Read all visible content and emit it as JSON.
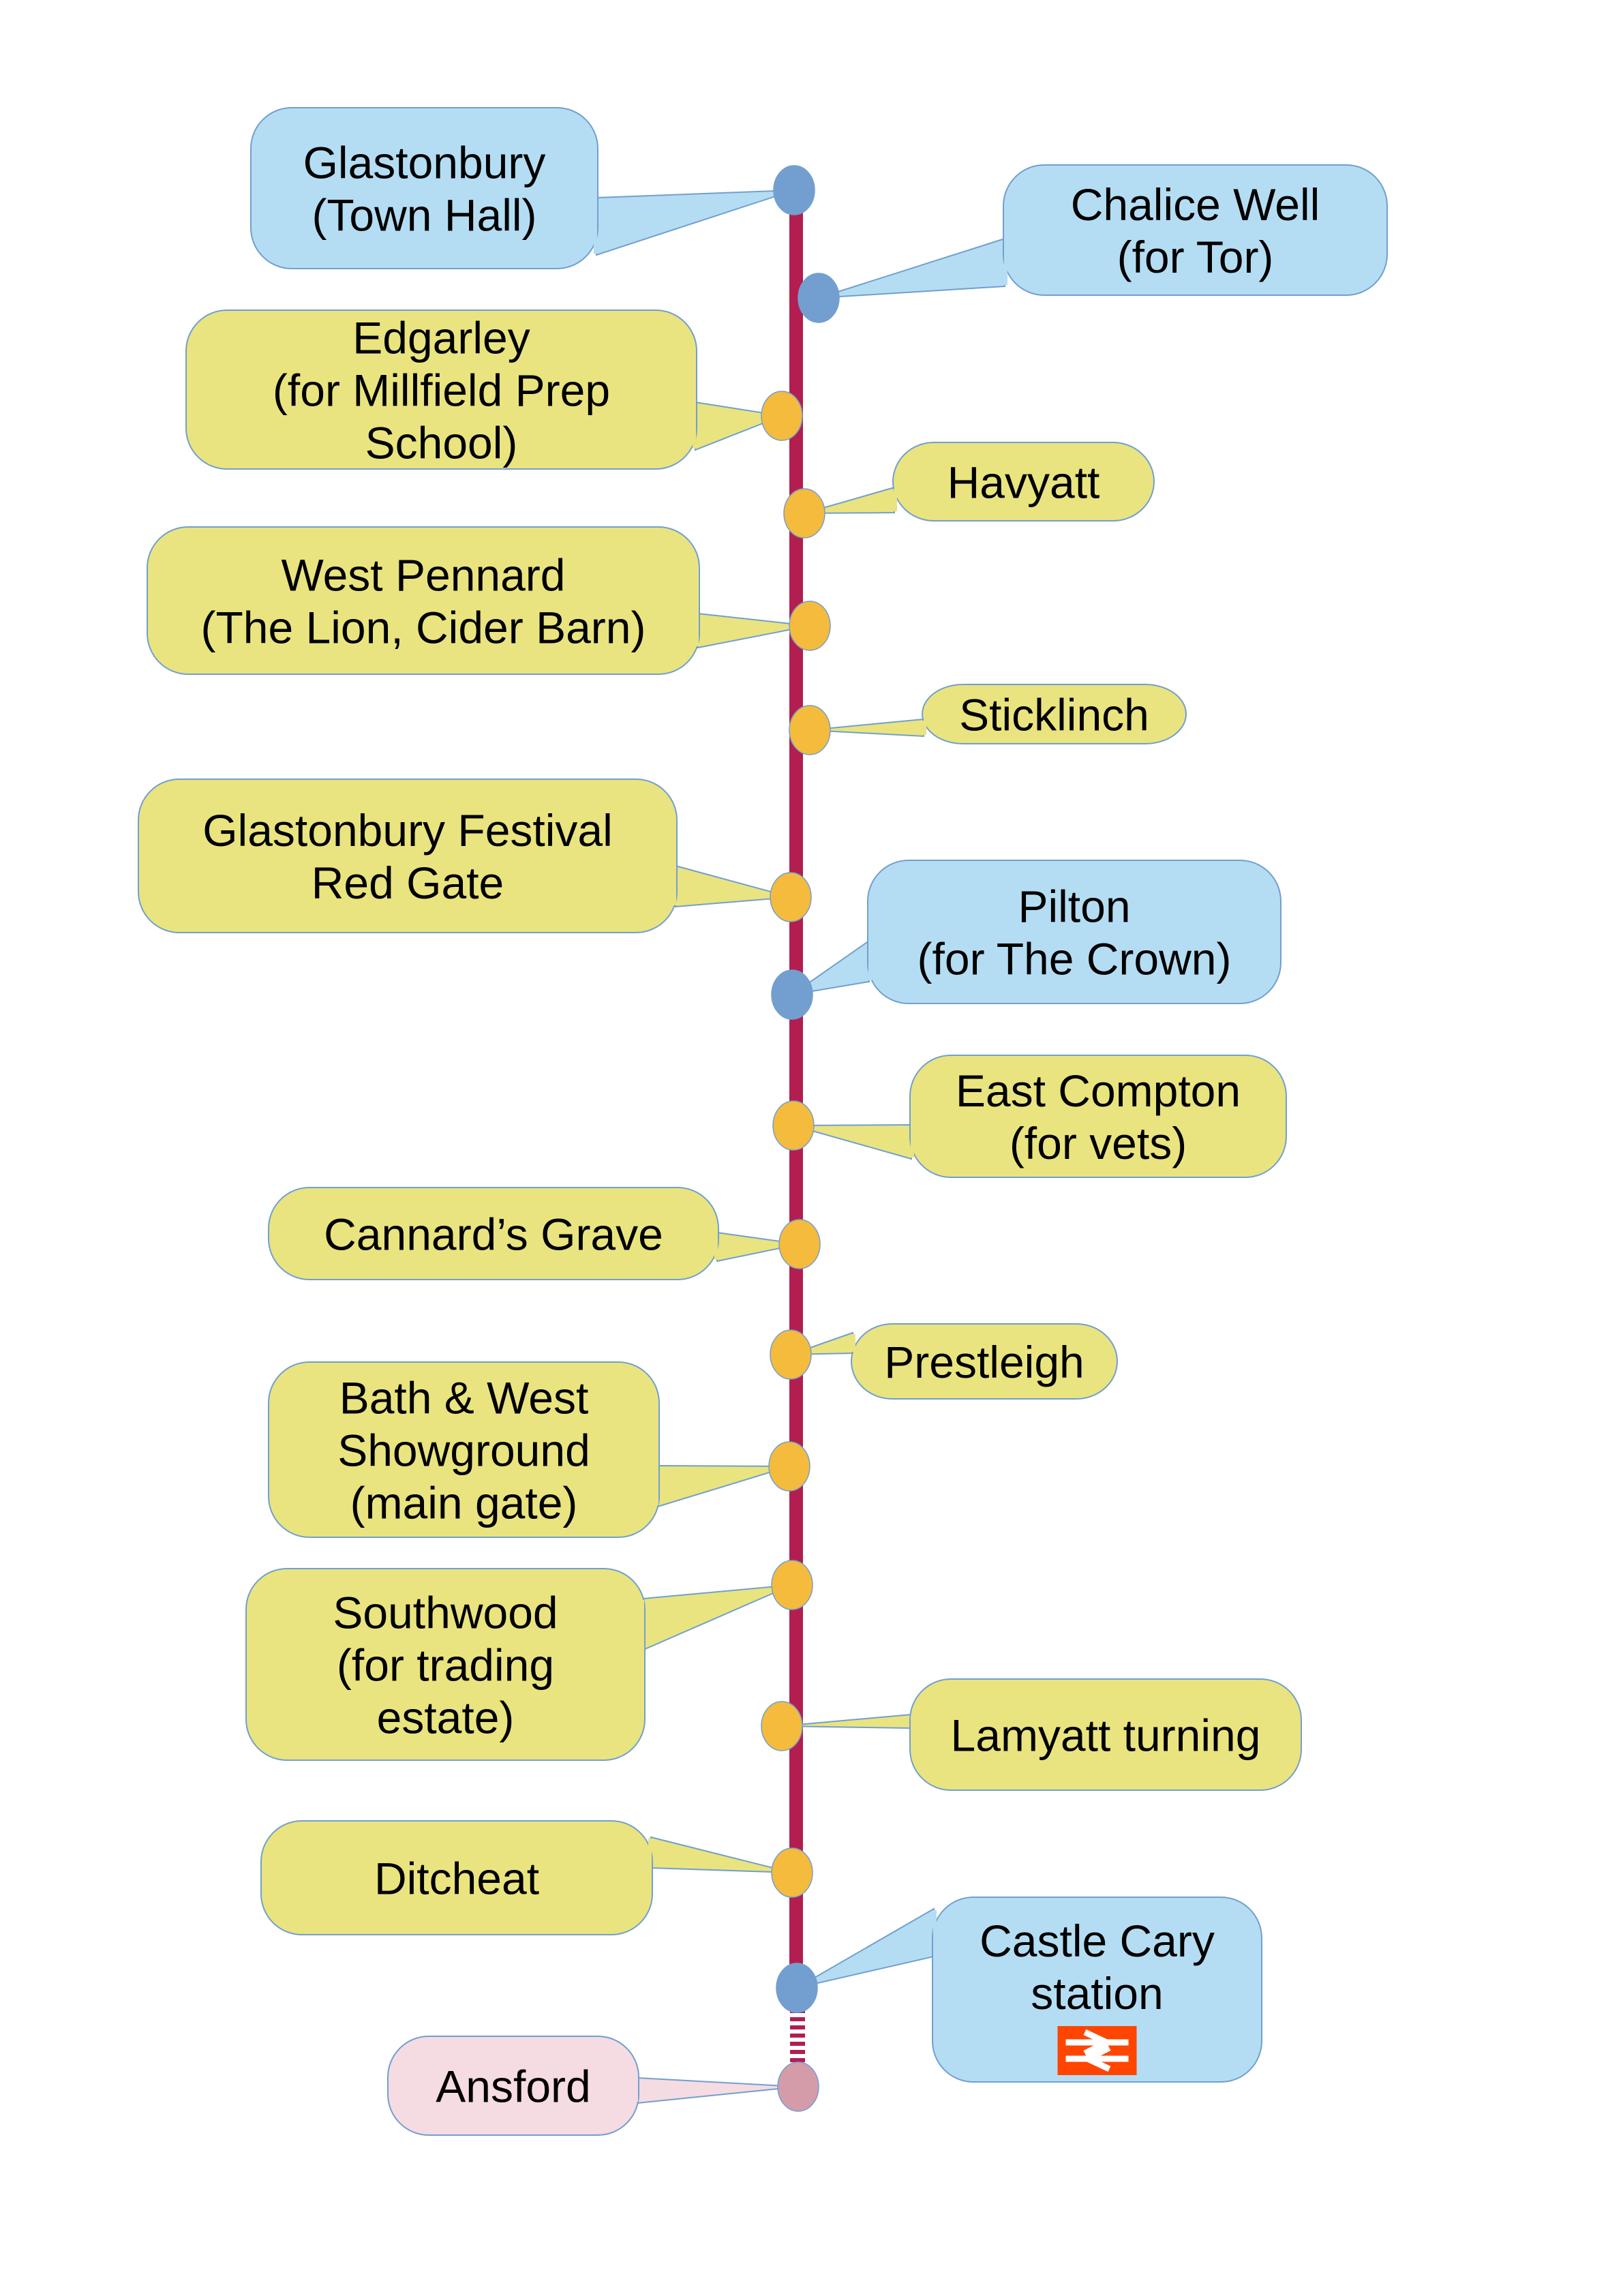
{
  "title": "Glastonbury to Castle Cary route diagram",
  "colors": {
    "line": "#b21e4f",
    "major_fill": "#b4ddf3",
    "major_dot": "#729fcf",
    "minor_fill": "#e9e47f",
    "minor_dot": "#f4bb3c",
    "terminus_fill": "#f5dbe2",
    "terminus_dot": "#d49ca9",
    "bubble_stroke": "#729fcf",
    "rail_logo": "#ff4500"
  },
  "stops": [
    {
      "id": "glastonbury-town-hall",
      "type": "major",
      "lines": [
        "Glastonbury",
        "(Town Hall)"
      ]
    },
    {
      "id": "chalice-well",
      "type": "major",
      "lines": [
        "Chalice Well",
        "(for Tor)"
      ]
    },
    {
      "id": "edgarley",
      "type": "minor",
      "lines": [
        "Edgarley",
        "(for Millfield Prep",
        "School)"
      ]
    },
    {
      "id": "havyatt",
      "type": "minor",
      "lines": [
        "Havyatt"
      ]
    },
    {
      "id": "west-pennard",
      "type": "minor",
      "lines": [
        "West Pennard",
        "(The Lion, Cider Barn)"
      ]
    },
    {
      "id": "sticklinch",
      "type": "minor",
      "lines": [
        "Sticklinch"
      ]
    },
    {
      "id": "glastonbury-festival-red-gate",
      "type": "minor",
      "lines": [
        "Glastonbury Festival",
        "Red Gate"
      ]
    },
    {
      "id": "pilton",
      "type": "major",
      "lines": [
        "Pilton",
        "(for The Crown)"
      ]
    },
    {
      "id": "east-compton",
      "type": "minor",
      "lines": [
        "East Compton",
        "(for vets)"
      ]
    },
    {
      "id": "cannards-grave",
      "type": "minor",
      "lines": [
        "Cannard’s Grave"
      ]
    },
    {
      "id": "prestleigh",
      "type": "minor",
      "lines": [
        "Prestleigh"
      ]
    },
    {
      "id": "bath-west-showground",
      "type": "minor",
      "lines": [
        "Bath & West",
        "Showground",
        "(main gate)"
      ]
    },
    {
      "id": "southwood",
      "type": "minor",
      "lines": [
        "Southwood",
        "(for trading",
        "estate)"
      ]
    },
    {
      "id": "lamyatt-turning",
      "type": "minor",
      "lines": [
        "Lamyatt turning"
      ]
    },
    {
      "id": "ditcheat",
      "type": "minor",
      "lines": [
        "Ditcheat"
      ]
    },
    {
      "id": "castle-cary-station",
      "type": "major",
      "lines": [
        "Castle Cary",
        "station"
      ],
      "rail_icon": "national-rail-icon"
    },
    {
      "id": "ansford",
      "type": "terminus",
      "lines": [
        "Ansford"
      ]
    }
  ]
}
